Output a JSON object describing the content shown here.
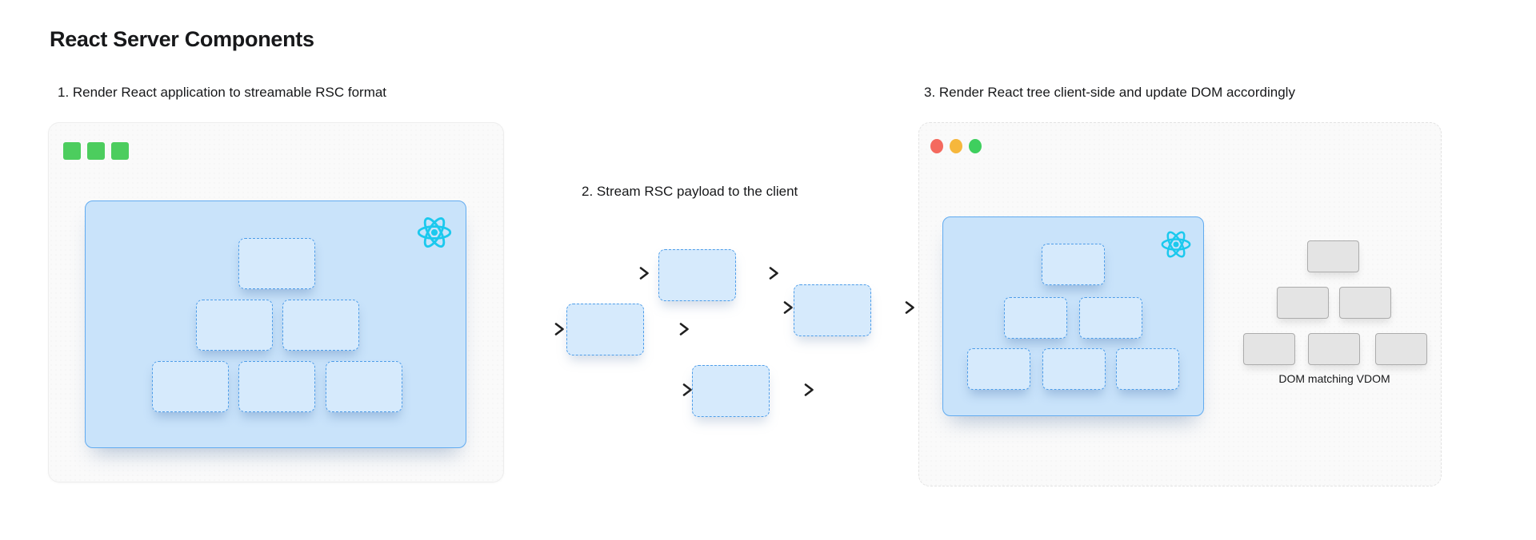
{
  "page": {
    "title": "React Server Components"
  },
  "steps": [
    {
      "label": "1. Render React application to streamable RSC format"
    },
    {
      "label": "2. Stream RSC payload to the client"
    },
    {
      "label": "3. Render React tree client-side and update DOM accordingly"
    }
  ],
  "server_window": {
    "window_control_squares": 3,
    "tree_nodes": 6,
    "tree_layout": "pyramid-1-2-3"
  },
  "stream": {
    "chunks": 4,
    "arrows": 8,
    "direction": "left-to-right"
  },
  "client_window": {
    "traffic_lights": [
      "red",
      "yellow",
      "green"
    ],
    "tree_nodes": 6,
    "tree_layout": "pyramid-1-2-3",
    "dom_nodes": 6
  },
  "dom_tree": {
    "label": "DOM matching VDOM"
  },
  "icons": {
    "react_logo": "react-atom-icon",
    "window_squares": "green-square-window-controls",
    "traffic_lights": "macos-window-controls",
    "arrow": "right-arrow-icon"
  },
  "colors": {
    "react_cyan": "#1bc9ee",
    "tree_fill": "#c9e3fa",
    "tree_border": "#61abf0",
    "node_fill": "#d6eafc",
    "node_border": "#4e9de9",
    "server_square_green": "#4ccd5e",
    "traffic_red": "#f4695e",
    "traffic_yellow": "#f6b73c",
    "traffic_green": "#3ecf5e",
    "dom_node_fill": "#e4e4e4",
    "dom_node_border": "#acacac",
    "panel_bg": "#fafafa",
    "arrow_color": "#1f1f1f",
    "text_color": "#17181a"
  }
}
